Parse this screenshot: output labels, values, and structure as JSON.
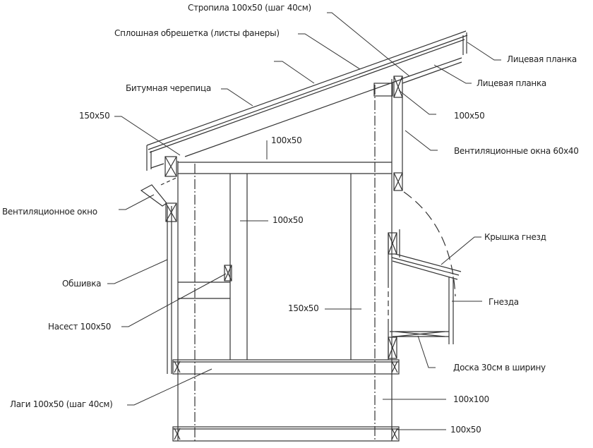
{
  "labels": {
    "rafters": "Стропила 100x50 (шаг 40см)",
    "sheathing": "Сплошная обрешетка (листы фанеры)",
    "shingles": "Битумная черепица",
    "fascia1": "Лицевая планка",
    "fascia2": "Лицевая планка",
    "beam_150x50_top": "150x50",
    "beam_100x50_right": "100x50",
    "top_beam": "100x50",
    "vent_windows": "Вентиляционные окна 60x40",
    "vent_window": "Вентиляционное окно",
    "stud": "100x50",
    "nest_lid": "Крышка гнезд",
    "cladding": "Обшивка",
    "nests": "Гнезда",
    "perch": "Насест 100x50",
    "stud_150x50": "150x50",
    "board": "Доска 30см в ширину",
    "joists": "Лаги 100x50 (шаг 40см)",
    "post": "100x100",
    "base": "100x50"
  },
  "colors": {
    "line": "#333333",
    "text": "#222222"
  }
}
